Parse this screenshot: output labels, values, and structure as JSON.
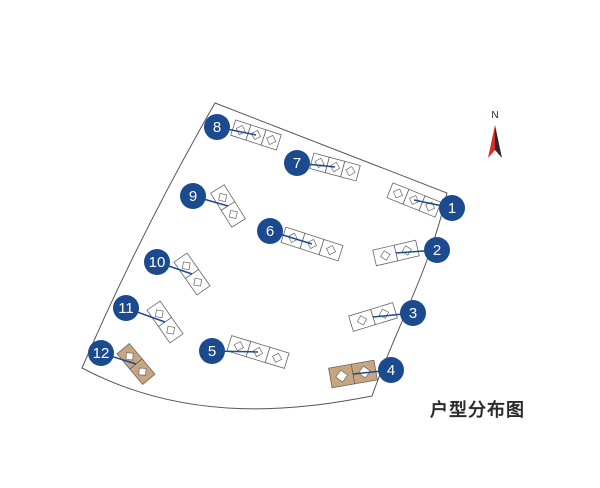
{
  "compass": {
    "label": "N",
    "icon": "north-arrow-icon"
  },
  "legend": {
    "title": "户型分布图"
  },
  "colors": {
    "marker": "#1c4a8e",
    "highlight": "#c7a57f",
    "outline": "#555555",
    "arrow_red": "#d3302a",
    "arrow_dark": "#2a2a2a"
  },
  "buildings": [
    {
      "id": "1",
      "highlighted": false
    },
    {
      "id": "2",
      "highlighted": false
    },
    {
      "id": "3",
      "highlighted": false
    },
    {
      "id": "4",
      "highlighted": true
    },
    {
      "id": "5",
      "highlighted": false
    },
    {
      "id": "6",
      "highlighted": false
    },
    {
      "id": "7",
      "highlighted": false
    },
    {
      "id": "8",
      "highlighted": false
    },
    {
      "id": "9",
      "highlighted": false
    },
    {
      "id": "10",
      "highlighted": false
    },
    {
      "id": "11",
      "highlighted": false
    },
    {
      "id": "12",
      "highlighted": true
    }
  ]
}
